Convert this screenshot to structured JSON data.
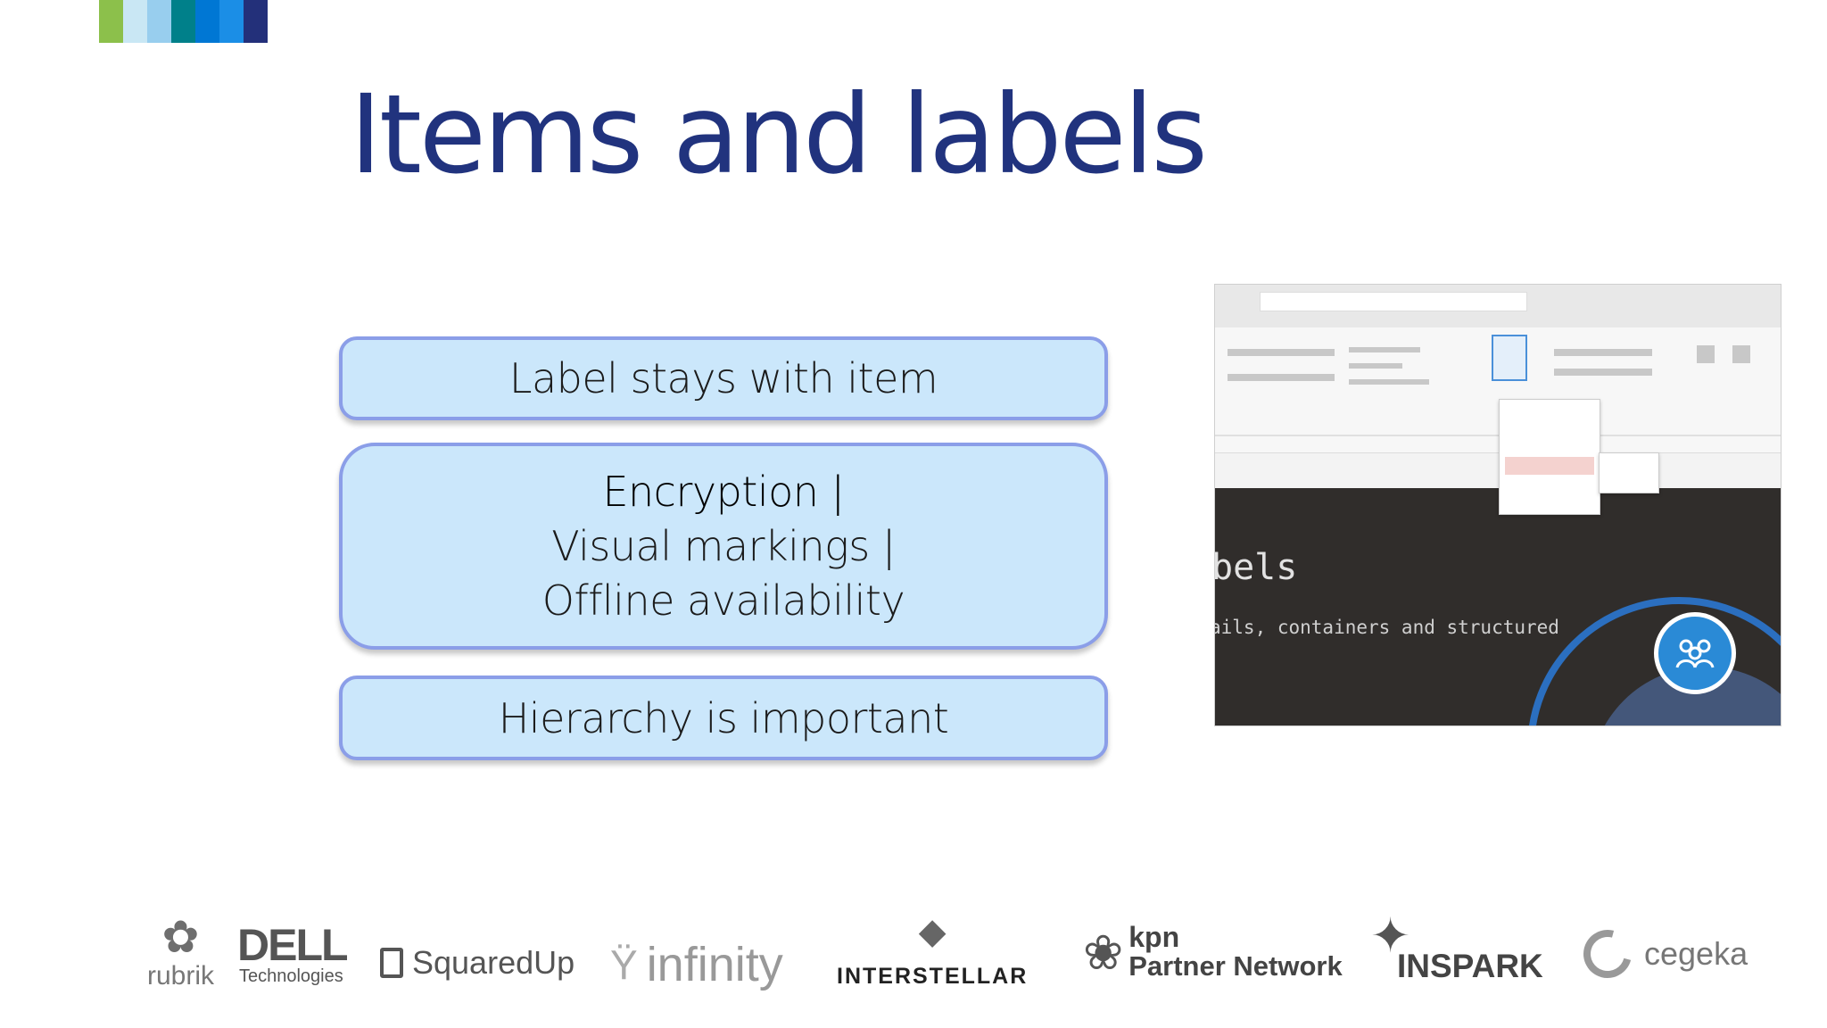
{
  "slide": {
    "title": "Items and labels",
    "stripe_colors": [
      "#8cc04b",
      "#c9e7f4",
      "#98ceee",
      "#00808a",
      "#0077d4",
      "#1b8ee6",
      "#23307a"
    ]
  },
  "cards": {
    "item1": "Label stays with item",
    "item2_line1": "Encryption |",
    "item2_line2": "Visual markings |",
    "item2_line3": "Offline availability",
    "item3": "Hierarchy is important"
  },
  "screenshot": {
    "dark_text_line1": "bels",
    "dark_text_line2": "ails, containers and structured"
  },
  "logos": {
    "rubrik": "rubrik",
    "dell_main": "DELL",
    "dell_sub": "Technologies",
    "squaredup": "SquaredUp",
    "infinity": "infinity",
    "interstellar": "INTERSTELLAR",
    "kpn_line1": "kpn",
    "kpn_line2": "Partner Network",
    "inspark": "INSPARK",
    "cegeka": "cegeka"
  }
}
